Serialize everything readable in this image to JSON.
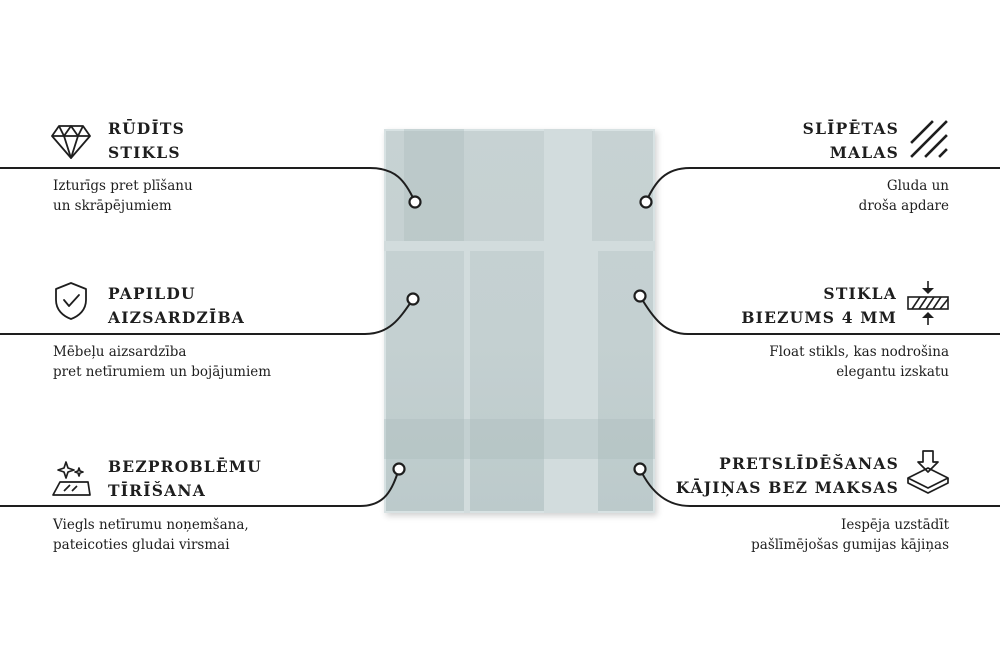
{
  "features": {
    "tempered": {
      "title": "RŪDĪTS\nSTIKLS",
      "desc": "Izturīgs pret plīšanu\nun skrāpējumiem",
      "icon": "diamond-icon"
    },
    "protection": {
      "title": "PAPILDU\nAIZSARDZĪBA",
      "desc": "Mēbeļu aizsardzība\npret netīrumiem un bojājumiem",
      "icon": "shield-check-icon"
    },
    "cleaning": {
      "title": "BEZPROBLĒMU\nTĪRĪŠANA",
      "desc": "Viegls netīrumu noņemšana,\npateicoties gludai virsmai",
      "icon": "sparkle-icon"
    },
    "edges": {
      "title": "SLĪPĒTAS\nMALAS",
      "desc": "Gluda un\ndroša apdare",
      "icon": "bevel-lines-icon"
    },
    "thickness": {
      "title": "STIKLA\nBIEZUMS 4 MM",
      "desc": "Float stikls, kas nodrošina\nelegantu izskatu",
      "icon": "thickness-icon"
    },
    "antislip": {
      "title": "PRETSLĪDĒŠANAS\nKĀJIŅAS BEZ MAKSAS",
      "desc": "Iespēja uzstādīt\npašlīmējošas gumijas kājiņas",
      "icon": "layers-down-icon"
    }
  }
}
